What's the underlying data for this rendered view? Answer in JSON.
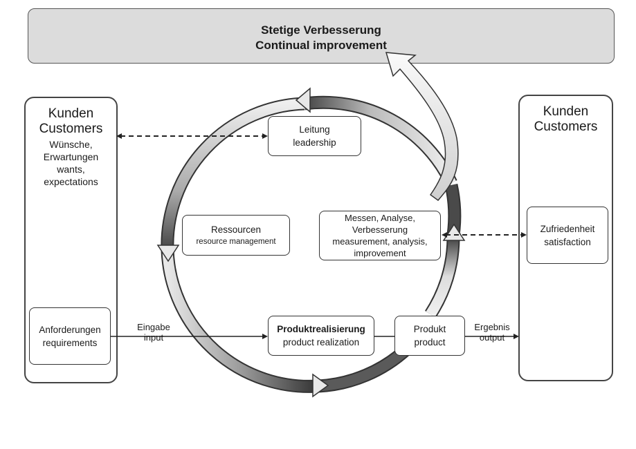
{
  "top": {
    "line1": "Stetige Verbesserung",
    "line2": "Continual improvement"
  },
  "left_customers": {
    "title_de": "Kunden",
    "title_en": "Customers",
    "needs": [
      "Wünsche,",
      "Erwartungen",
      "wants,",
      "expectations"
    ]
  },
  "requirements": {
    "de": "Anforderungen",
    "en": "requirements"
  },
  "right_customers": {
    "title_de": "Kunden",
    "title_en": "Customers"
  },
  "satisfaction": {
    "de": "Zufriedenheit",
    "en": "satisfaction"
  },
  "leadership": {
    "de": "Leitung",
    "en": "leadership"
  },
  "resources": {
    "de": "Ressourcen",
    "en": "resource management"
  },
  "measurement": {
    "de1": "Messen, Analyse,",
    "de2": "Verbesserung",
    "en1": "measurement, analysis,",
    "en2": "improvement"
  },
  "realization": {
    "de": "Produktrealisierung",
    "en": "product realization"
  },
  "product": {
    "de": "Produkt",
    "en": "product"
  },
  "input_label": {
    "de": "Eingabe",
    "en": "input"
  },
  "output_label": {
    "de": "Ergebnis",
    "en": "output"
  },
  "colors": {
    "top_fill": "#dcdcdc",
    "ring_light": "#e6e6e6",
    "ring_dark": "#555555",
    "stroke": "#333333"
  }
}
